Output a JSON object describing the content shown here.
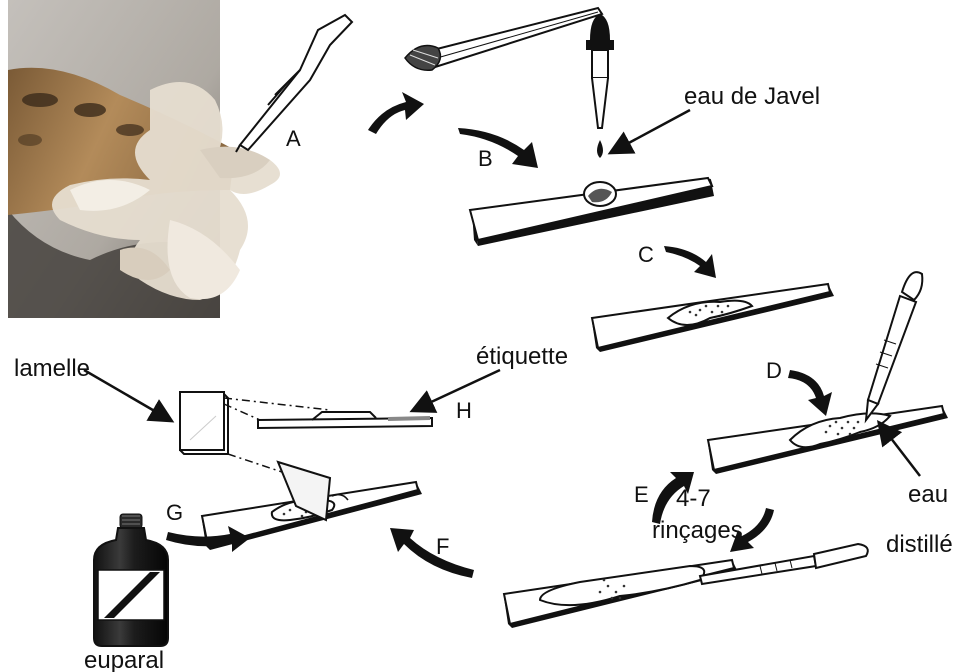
{
  "photo": {
    "description_icon": "moth-head-photo-icon",
    "colors": {
      "background": "#b9b4ad",
      "body": "#a88457",
      "scales": "#e7e0d5",
      "dark": "#2a2724"
    }
  },
  "steps": {
    "A": "A",
    "B": "B",
    "C": "C",
    "D": "D",
    "E": "E",
    "F": "F",
    "G": "G",
    "H": "H"
  },
  "labels": {
    "javel": "eau de Javel",
    "lamelle": "lamelle",
    "etiquette": "étiquette",
    "eau_line1": "eau",
    "eau_line2": "distillé",
    "rincages_line1": "4-7",
    "rincages_line2": "rinçages",
    "euparal": "euparal"
  },
  "icons": [
    "forceps-icon",
    "dropper-icon",
    "pipette-icon",
    "slide-icon",
    "coverslip-icon",
    "bottle-icon",
    "curved-arrow-icon",
    "pointer-arrow-icon"
  ]
}
